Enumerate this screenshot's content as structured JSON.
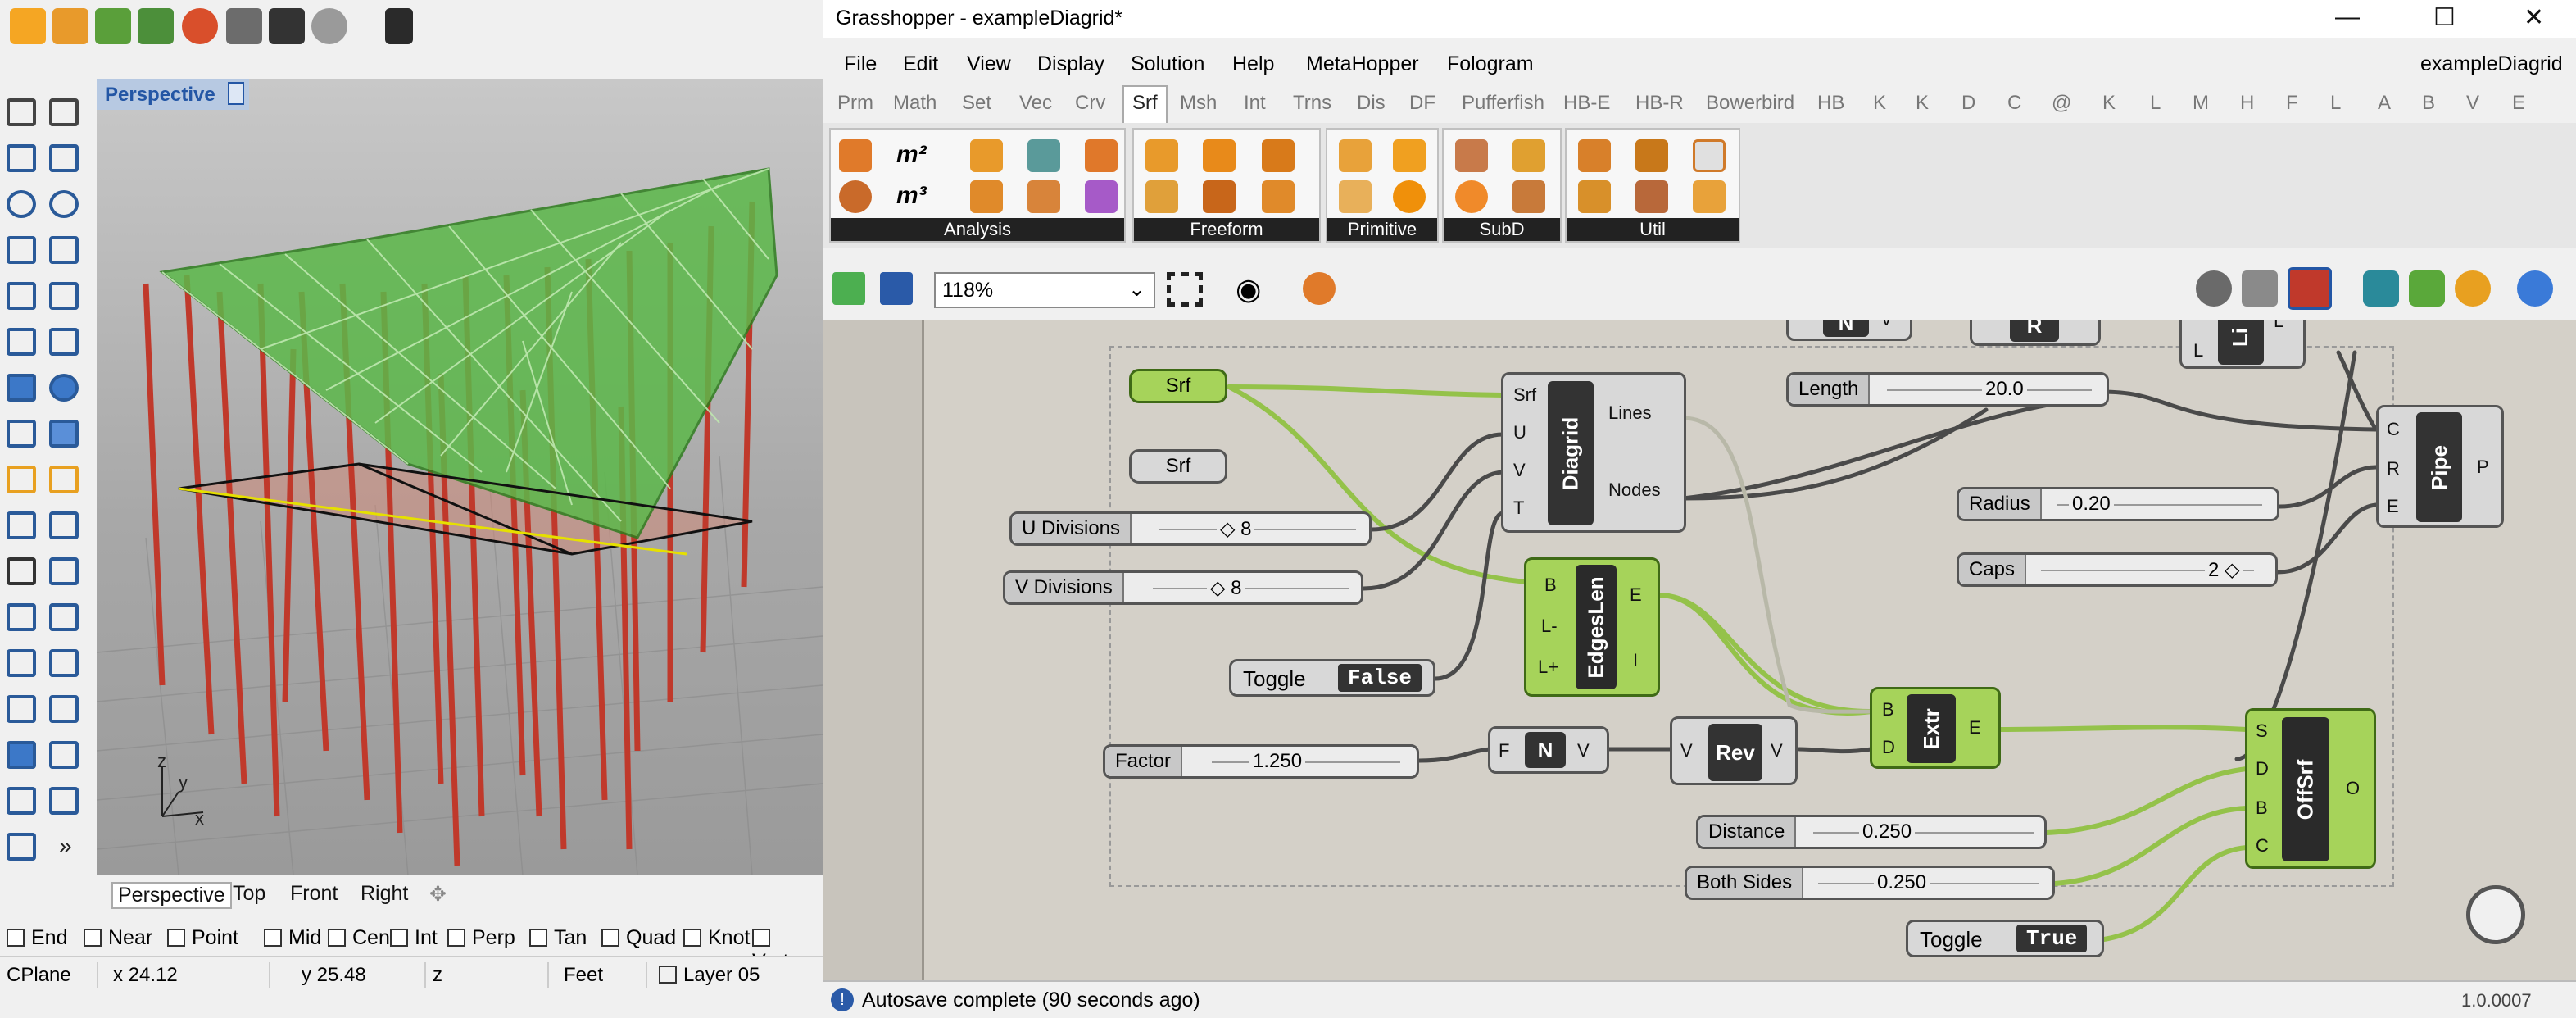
{
  "rhino": {
    "viewport_title": "Perspective",
    "viewport_tabs": [
      "Perspective",
      "Top",
      "Front",
      "Right"
    ],
    "osnaps": [
      "End",
      "Near",
      "Point",
      "Mid",
      "Cen",
      "Int",
      "Perp",
      "Tan",
      "Quad",
      "Knot",
      "Verte"
    ],
    "status": {
      "cplane": "CPlane",
      "x": "x 24.12",
      "y": "y 25.48",
      "z": "z",
      "units": "Feet",
      "layer": "Layer 05"
    },
    "axis": {
      "x": "x",
      "y": "y",
      "z": "z"
    }
  },
  "grasshopper": {
    "window_title": "Grasshopper - exampleDiagrid*",
    "doc_name": "exampleDiagrid",
    "menu": [
      "File",
      "Edit",
      "View",
      "Display",
      "Solution",
      "Help",
      "MetaHopper",
      "Fologram"
    ],
    "tabs": [
      "Prm",
      "Math",
      "Set",
      "Vec",
      "Crv",
      "Srf",
      "Msh",
      "Int",
      "Trns",
      "Dis",
      "DF",
      "Pufferfish",
      "HB-E",
      "HB-R",
      "Bowerbird",
      "HB",
      "K",
      "K",
      "D",
      "C",
      "@",
      "K",
      "L",
      "M",
      "H",
      "F",
      "L",
      "A",
      "B",
      "V",
      "E"
    ],
    "active_tab": "Srf",
    "ribbon_groups": [
      "Analysis",
      "Freeform",
      "Primitive",
      "SubD",
      "Util"
    ],
    "ribbon_text": {
      "m2": "m²",
      "m3": "m³"
    },
    "zoom": "118%",
    "status_text": "Autosave complete (90 seconds ago)",
    "version": "1.0.0007",
    "canvas": {
      "srf1": "Srf",
      "srf2": "Srf",
      "u_div": {
        "name": "U Divisions",
        "value": "◇ 8"
      },
      "v_div": {
        "name": "V Divisions",
        "value": "◇ 8"
      },
      "toggle1": {
        "name": "Toggle",
        "value": "False"
      },
      "factor": {
        "name": "Factor",
        "value": "1.250"
      },
      "length": {
        "name": "Length",
        "value": "20.0"
      },
      "radius": {
        "name": "Radius",
        "value": "0.20"
      },
      "caps": {
        "name": "Caps",
        "value": "2 ◇"
      },
      "distance": {
        "name": "Distance",
        "value": "0.250"
      },
      "bothsides": {
        "name": "Both Sides",
        "value": "0.250"
      },
      "toggle2": {
        "name": "Toggle",
        "value": "True"
      },
      "diagrid": {
        "name": "Diagrid",
        "in": [
          "Srf",
          "U",
          "V",
          "T"
        ],
        "out": [
          "Lines",
          "Nodes"
        ]
      },
      "edgeslen": {
        "name": "EdgesLen",
        "in": [
          "B",
          "L-",
          "L+"
        ],
        "out": [
          "E",
          "I"
        ]
      },
      "neg": {
        "name": "N",
        "in": "F",
        "out": "V"
      },
      "rev": {
        "name": "Rev",
        "in": "V",
        "out": "V"
      },
      "extr": {
        "name": "Extr",
        "in": [
          "B",
          "D"
        ],
        "out": "E"
      },
      "offsrf": {
        "name": "OffSrf",
        "in": [
          "S",
          "D",
          "B",
          "C"
        ],
        "out": "O"
      },
      "pipe": {
        "name": "Pipe",
        "in": [
          "C",
          "R",
          "E"
        ],
        "out": "P"
      },
      "line_top": {
        "name": "Li",
        "in": [
          "L"
        ],
        "out": "L"
      },
      "top_r": {
        "name": "R"
      },
      "top_n": {
        "name": "N",
        "out": "V"
      }
    }
  }
}
